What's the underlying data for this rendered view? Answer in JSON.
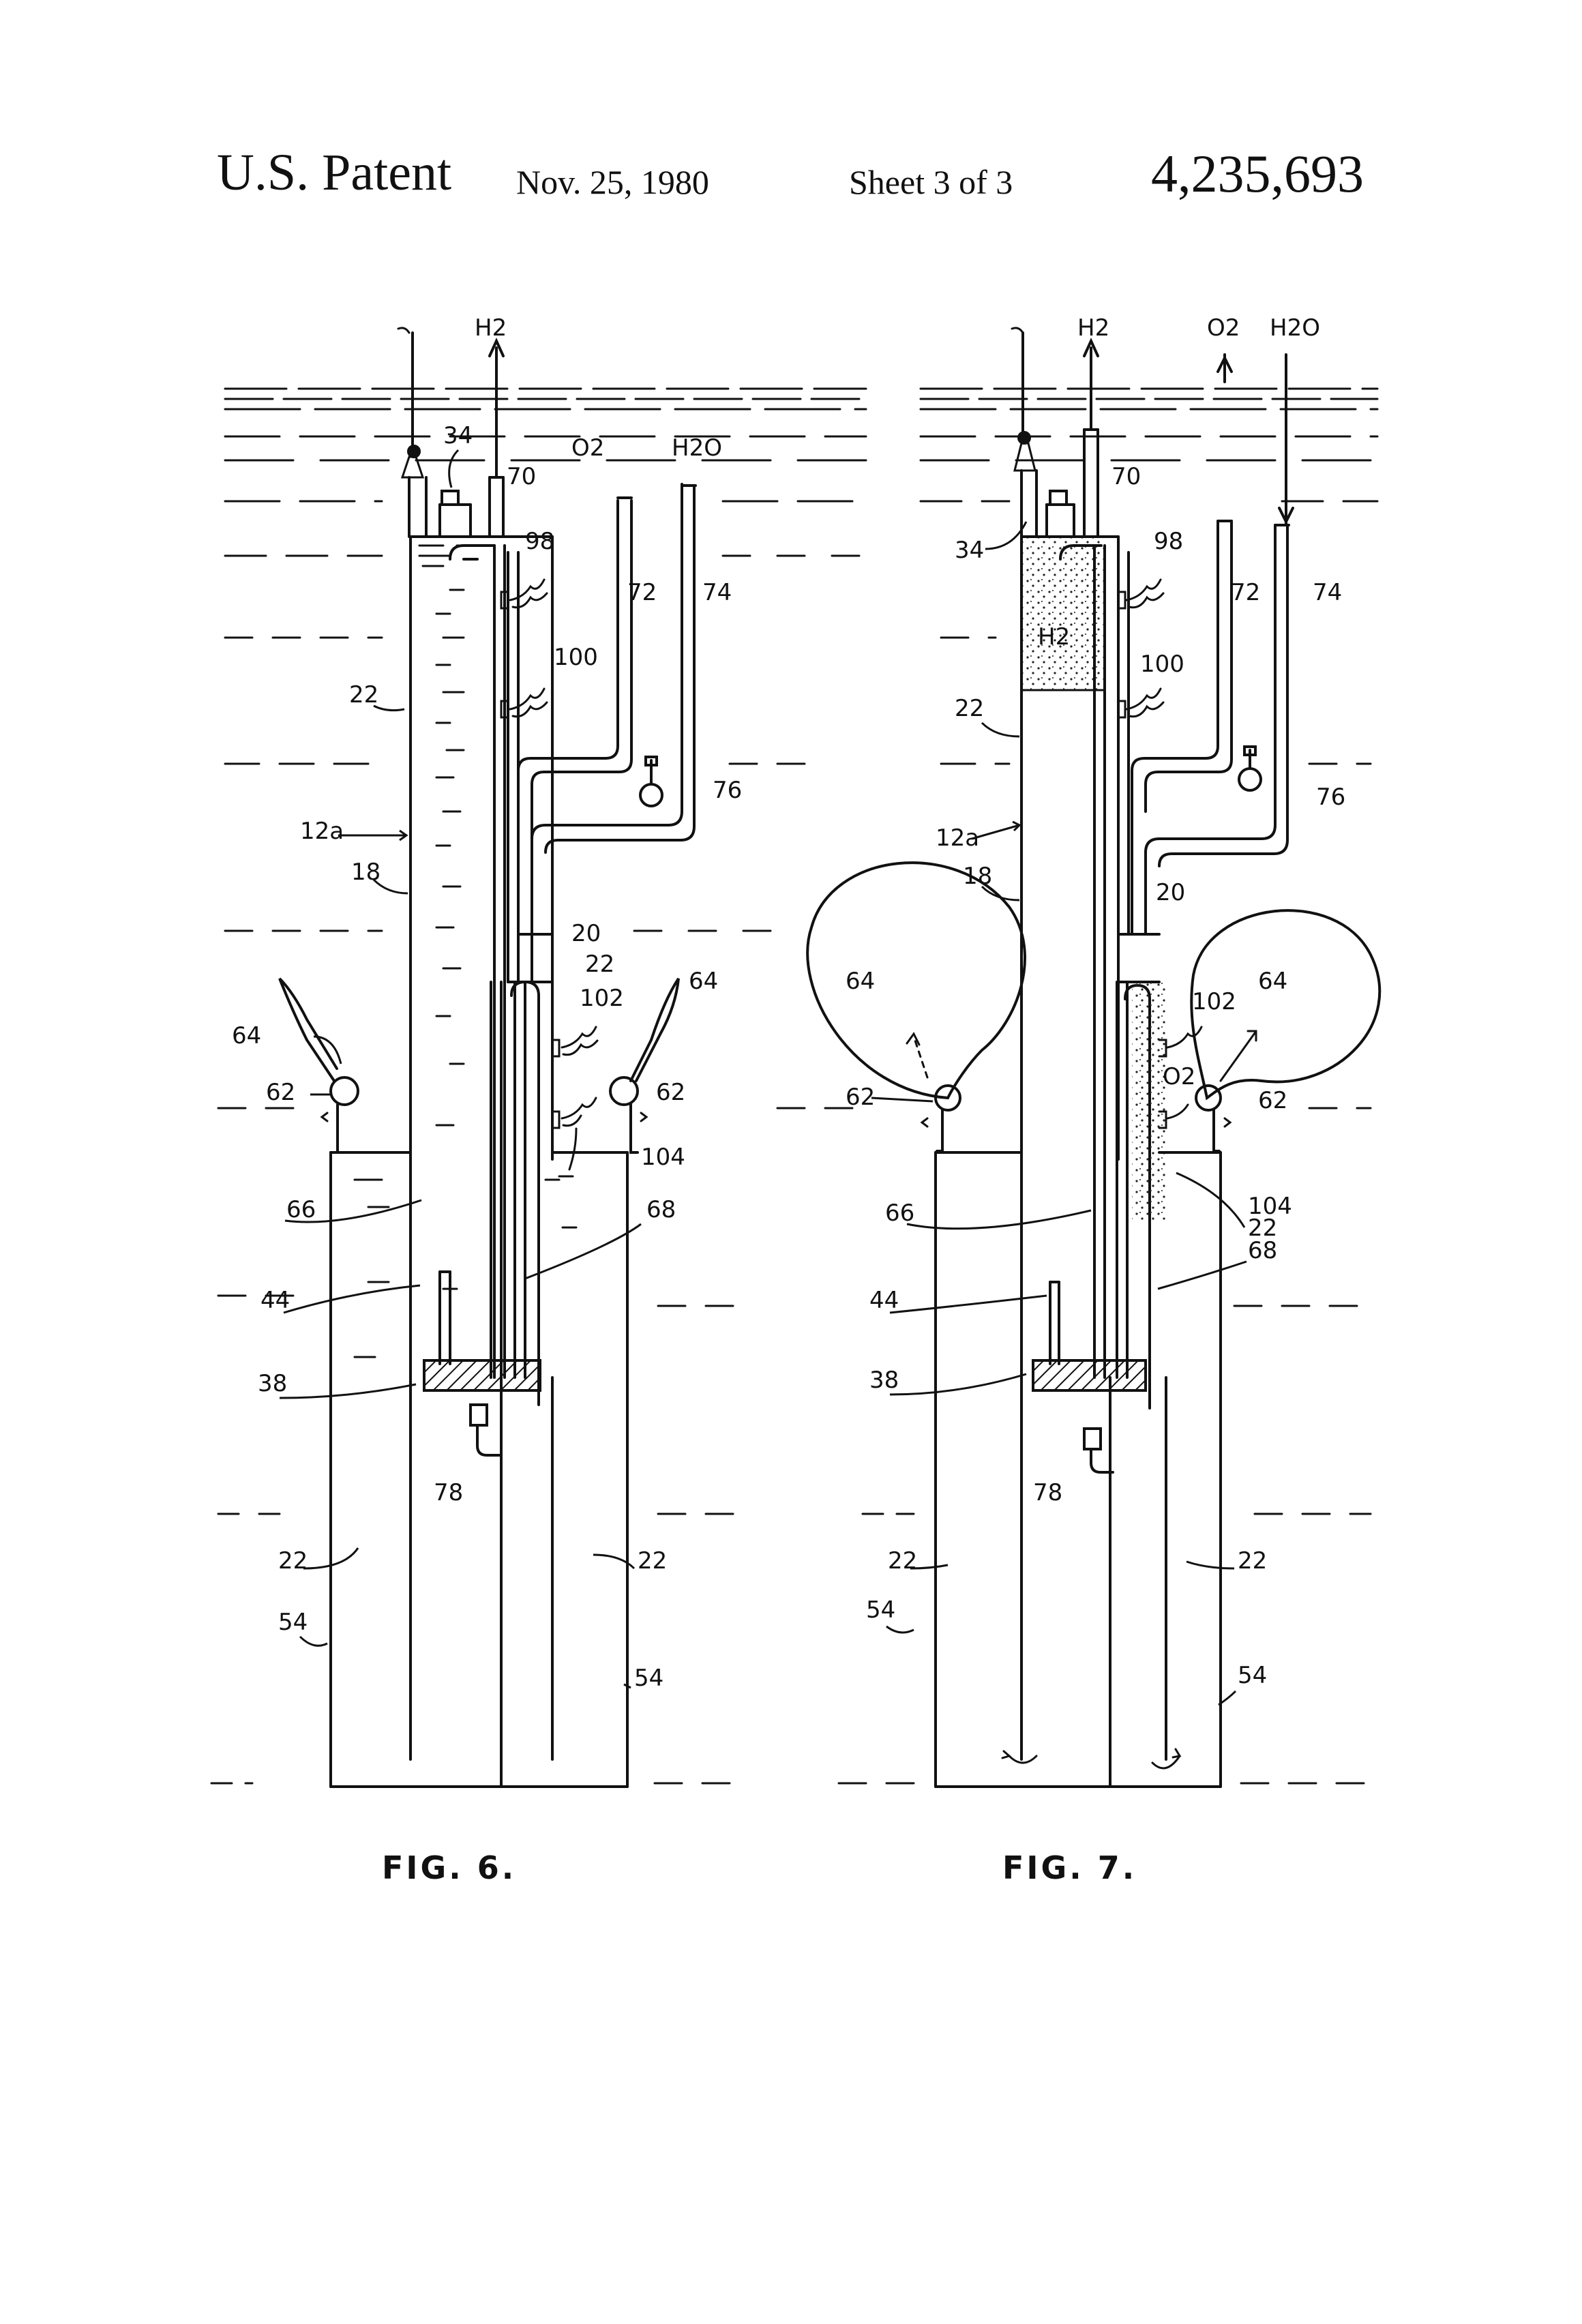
{
  "header": {
    "title": "U.S. Patent",
    "date": "Nov. 25, 1980",
    "sheet": "Sheet 3 of 3",
    "patent_number": "4,235,693"
  },
  "fig6": {
    "caption": "FIG. 6.",
    "labels": {
      "h2": "H2",
      "o2": "O2",
      "h2o": "H2O",
      "n34": "34",
      "n70": "70",
      "n98": "98",
      "n72": "72",
      "n74": "74",
      "n100": "100",
      "n22_top": "22",
      "n76": "76",
      "n12a": "12a",
      "n18": "18",
      "n20": "20",
      "n22_mid": "22",
      "n102": "102",
      "n64_left": "64",
      "n64_right": "64",
      "n62_left": "62",
      "n62_right": "62",
      "n104": "104",
      "n66": "66",
      "n68": "68",
      "n44": "44",
      "n38": "38",
      "n78": "78",
      "n22_bl": "22",
      "n22_br": "22",
      "n54_left": "54",
      "n54_right": "54"
    }
  },
  "fig7": {
    "caption": "FIG. 7.",
    "labels": {
      "h2_top": "H2",
      "o2_top": "O2",
      "h2o_top": "H2O",
      "h2_inside": "H2",
      "o2_inside": "O2",
      "n34": "34",
      "n70": "70",
      "n98": "98",
      "n72": "72",
      "n74": "74",
      "n100": "100",
      "n22_top": "22",
      "n76": "76",
      "n12a": "12a",
      "n18": "18",
      "n20": "20",
      "n64_left": "64",
      "n64_right": "64",
      "n102": "102",
      "n62_left": "62",
      "n62_right": "62",
      "n104": "104",
      "n22_mid": "22",
      "n68": "68",
      "n66": "66",
      "n44": "44",
      "n38": "38",
      "n78": "78",
      "n22_bl": "22",
      "n22_br": "22",
      "n54_left": "54",
      "n54_right": "54"
    }
  }
}
